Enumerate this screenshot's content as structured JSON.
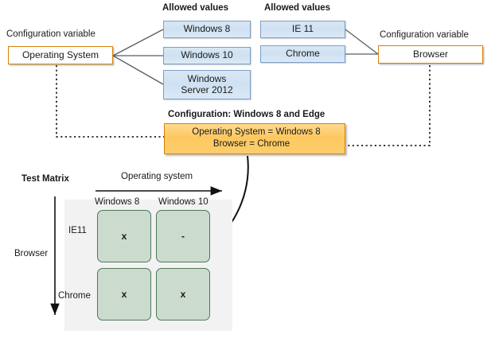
{
  "diagram": {
    "headers": {
      "allowed_values_left": "Allowed values",
      "allowed_values_right": "Allowed values",
      "config_var_left": "Configuration variable",
      "config_var_right": "Configuration variable",
      "config_title": "Configuration: Windows 8 and Edge",
      "test_matrix": "Test Matrix"
    },
    "variables": {
      "left": "Operating System",
      "right": "Browser"
    },
    "allowed_values_left": [
      "Windows 8",
      "Windows 10",
      "Windows\nServer 2012"
    ],
    "allowed_values_left_display": {
      "v1": "Windows 8",
      "v2": "Windows 10",
      "v3a": "Windows",
      "v3b": "Server 2012"
    },
    "allowed_values_right_display": {
      "v1": "IE 11",
      "v2": "Chrome"
    },
    "configuration": {
      "line1": "Operating System = Windows 8",
      "line2": "Browser = Chrome"
    },
    "matrix": {
      "x_axis_label": "Operating system",
      "y_axis_label": "Browser",
      "columns": [
        "Windows 8",
        "Windows 10"
      ],
      "rows": [
        "IE11",
        "Chrome"
      ],
      "cells": [
        [
          "x",
          "-"
        ],
        [
          "x",
          "x"
        ]
      ]
    },
    "colors": {
      "variable_fill": "#fdc85f",
      "variable_border": "#d4820a",
      "value_fill": "#d3e3f3",
      "value_border": "#7d9fc4",
      "matrix_cell_fill": "#cbdbce",
      "matrix_cell_border": "#4f7a5c",
      "matrix_panel": "#f2f2f2",
      "connector": "#4d4d4d"
    }
  }
}
